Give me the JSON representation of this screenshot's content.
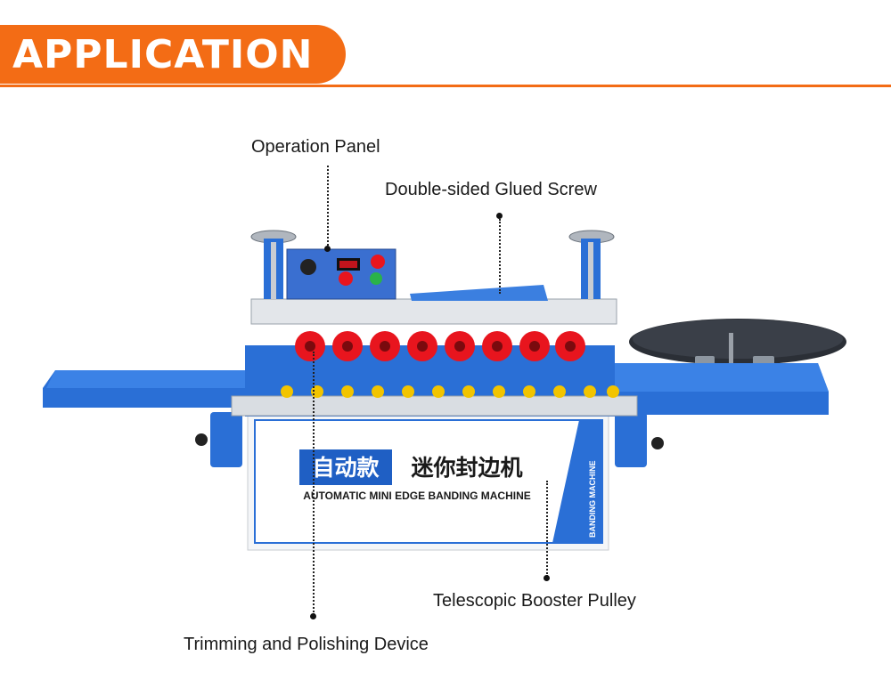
{
  "header": {
    "title": "APPLICATION",
    "accent_color": "#f36c15"
  },
  "machine": {
    "name_cn_box": "自动款",
    "name_cn": "迷你封边机",
    "name_en": "AUTOMATIC MINI EDGE BANDING MACHINE",
    "side_label": "BANDING MACHINE",
    "body_color": "#2a6fd6",
    "roller_color": "#e8151e"
  },
  "callouts": {
    "operation_panel": "Operation Panel",
    "glued_screw": "Double-sided Glued Screw",
    "booster_pulley": "Telescopic Booster Pulley",
    "trimming_device": "Trimming and Polishing Device"
  }
}
